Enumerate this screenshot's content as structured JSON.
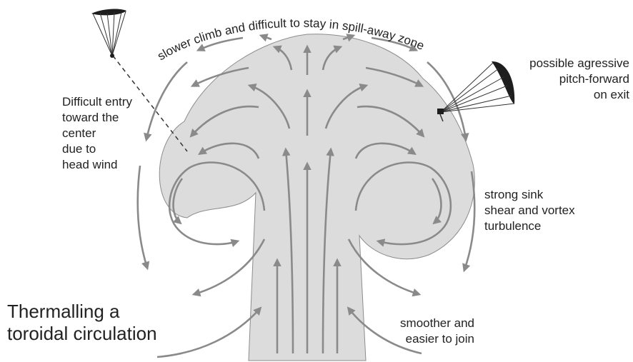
{
  "labels": {
    "top_arc": "slower climb and difficult to stay in spill-away zone",
    "left_line1": "Difficult entry",
    "left_line2": "toward the",
    "left_line3": "center",
    "left_line4": "due to",
    "left_line5": "head wind",
    "right_top1": "possible agressive",
    "right_top2": "pitch-forward",
    "right_top3": "on exit",
    "right_mid1": "strong sink",
    "right_mid2": "shear and vortex",
    "right_mid3": "turbulence",
    "bottom_right1": "smoother and",
    "bottom_right2": "easier to join",
    "title1": "Thermalling a",
    "title2": "toroidal circulation"
  },
  "colors": {
    "plume_fill": "#dcdcdc",
    "plume_stroke": "#8c8c8c",
    "arrow": "#8a8a8a",
    "text": "#222222",
    "glider": "#1e1e1e"
  }
}
